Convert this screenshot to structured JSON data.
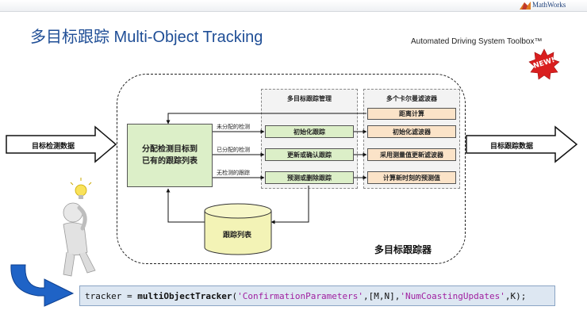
{
  "header": {
    "logo_text": "MathWorks",
    "logo_icon": "membrane-logo-icon"
  },
  "slide": {
    "title": "多目标跟踪 Multi-Object Tracking",
    "toolbox": "Automated Driving System Toolbox™",
    "badge": "NEW!"
  },
  "diagram": {
    "input_label": "目标检测数据",
    "output_label": "目标跟踪数据",
    "assign_box": "分配检测目标到已有的跟踪列表",
    "assign_lines": [
      "分配检测目标到",
      "已有的跟踪列表"
    ],
    "mgmt_title": "多目标跟踪管理",
    "kf_title": "多个卡尔曼滤波器",
    "mgmt_boxes": [
      "初始化跟踪",
      "更新或确认跟踪",
      "预测或删除跟踪"
    ],
    "kf_boxes": [
      "距离计算",
      "初始化滤波器",
      "采用测量值更新滤波器",
      "计算新时刻的预测值"
    ],
    "edge_labels": [
      "未分配的检测",
      "已分配的检测",
      "无检测的跟踪"
    ],
    "track_list": "跟踪列表",
    "tracker_label": "多目标跟踪器"
  },
  "code": {
    "var": "tracker = ",
    "fn": "multiObjectTracker",
    "open": "(",
    "s1": "'ConfirmationParameters'",
    "mid": ",[M,N],",
    "s2": "'NumCoastingUpdates'",
    "close": ",K);"
  },
  "colors": {
    "title": "#1f4e96",
    "green_box": "#dcefc8",
    "orange_box": "#fbe3c8",
    "code_bg": "#dde7f2",
    "code_string": "#a020a0",
    "badge": "#d91f1f",
    "arrow_blue": "#1f63c6"
  }
}
